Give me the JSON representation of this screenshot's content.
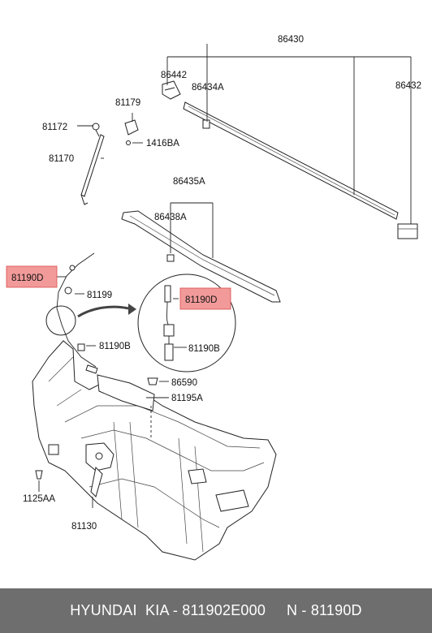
{
  "labels": {
    "p86430": "86430",
    "p86442": "86442",
    "p86434a": "86434A",
    "p86432": "86432",
    "p81179": "81179",
    "p81172": "81172",
    "p1416ba": "1416BA",
    "p81170": "81170",
    "p86435a": "86435A",
    "p86438a": "86438A",
    "p81190d": "81190D",
    "p81199": "81199",
    "p81190d_detail": "81190D",
    "p81190b_detail": "81190B",
    "p81190b": "81190B",
    "p86590": "86590",
    "p81195a": "81195A",
    "p1125aa": "1125AA",
    "p81130": "81130"
  },
  "highlight_color": "#f29a9a",
  "footer": {
    "text": "HYUNDAI  KIA - 811902E000     N - 81190D",
    "background": "#6e6e6e"
  }
}
